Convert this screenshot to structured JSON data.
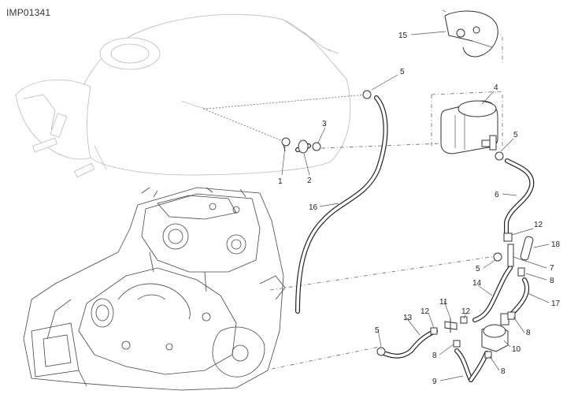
{
  "diagram": {
    "code": "IMP01341",
    "callouts": [
      "15",
      "5",
      "4",
      "3",
      "5",
      "1",
      "2",
      "16",
      "6",
      "12",
      "18",
      "5",
      "7",
      "8",
      "14",
      "17",
      "11",
      "12",
      "12",
      "13",
      "5",
      "8",
      "10",
      "8",
      "8",
      "9"
    ]
  }
}
